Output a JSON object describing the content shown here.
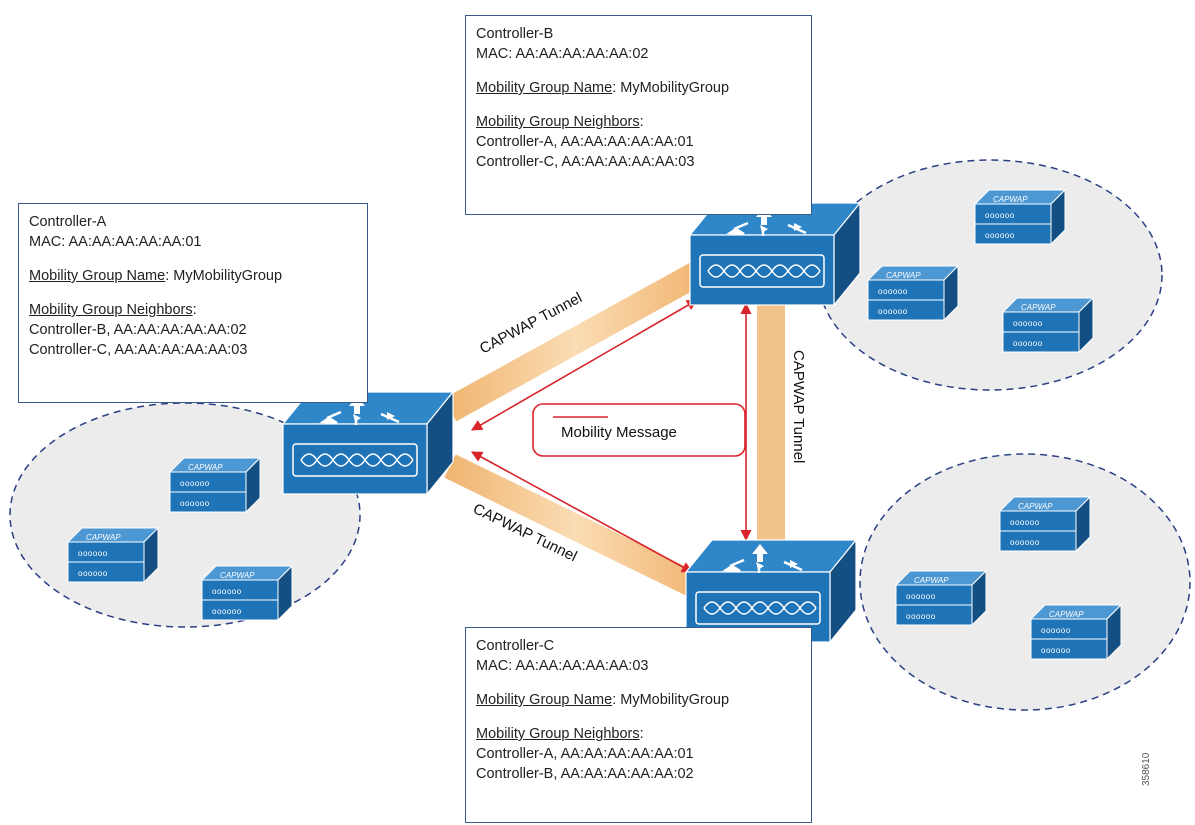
{
  "controllers": [
    {
      "id": "a",
      "name": "Controller-A",
      "mac": "MAC: AA:AA:AA:AA:AA:01",
      "group_label": "Mobility Group Name",
      "group_value": ": MyMobilityGroup",
      "neighbors_label": "Mobility Group Neighbors",
      "neighbors_suffix": ":",
      "neighbors": [
        "Controller-B, AA:AA:AA:AA:AA:02",
        "Controller-C, AA:AA:AA:AA:AA:03"
      ]
    },
    {
      "id": "b",
      "name": "Controller-B",
      "mac": "MAC: AA:AA:AA:AA:AA:02",
      "group_label": "Mobility Group Name",
      "group_value": ": MyMobilityGroup",
      "neighbors_label": "Mobility Group Neighbors",
      "neighbors_suffix": ":",
      "neighbors": [
        "Controller-A, AA:AA:AA:AA:AA:01",
        "Controller-C, AA:AA:AA:AA:AA:03"
      ]
    },
    {
      "id": "c",
      "name": "Controller-C",
      "mac": "MAC: AA:AA:AA:AA:AA:03",
      "group_label": "Mobility Group Name",
      "group_value": ": MyMobilityGroup",
      "neighbors_label": "Mobility Group Neighbors",
      "neighbors_suffix": ":",
      "neighbors": [
        "Controller-A, AA:AA:AA:AA:AA:01",
        "Controller-B, AA:AA:AA:AA:AA:02"
      ]
    }
  ],
  "tunnels": {
    "a_b": "CAPWAP Tunnel",
    "b_c": "CAPWAP Tunnel",
    "a_c": "CAPWAP Tunnel"
  },
  "legend": {
    "label": "Mobility Message"
  },
  "access_point_label": "CAPWAP",
  "figure_id": "358610",
  "colors": {
    "device_blue": "#1f73b7",
    "device_dark": "#134f83",
    "tunnel": "#f3c38c",
    "message_arrow": "#d8232a",
    "box_border": "#3a5a8c",
    "cloud_fill": "#ececec",
    "cloud_border": "#2b3f86"
  },
  "icons": {
    "controller": "wlan-controller-icon",
    "access_point": "access-point-icon"
  }
}
